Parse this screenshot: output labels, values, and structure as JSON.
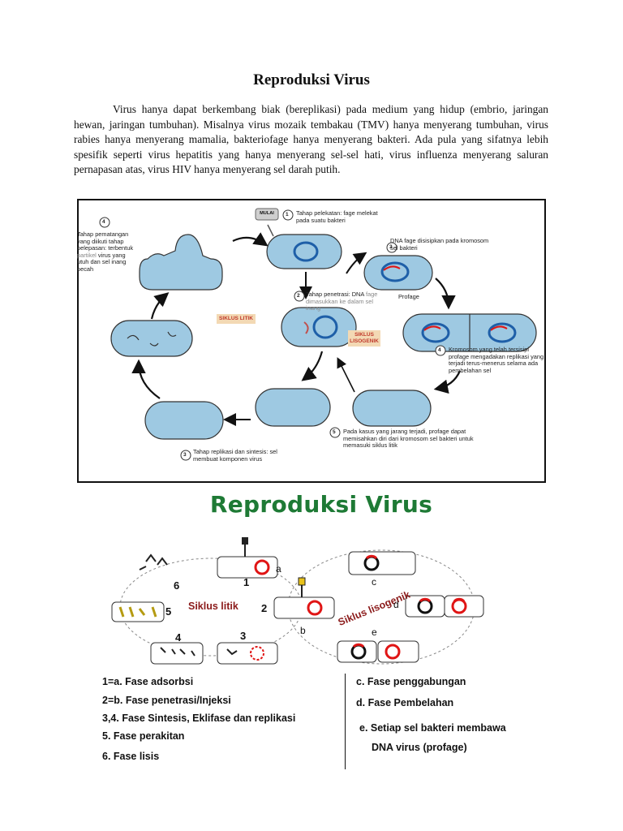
{
  "document": {
    "title": "Reproduksi Virus",
    "intro": "Virus hanya dapat berkembang biak (bereplikasi) pada medium yang hidup (embrio, jaringan hewan, jaringan tumbuhan). Misalnya virus mozaik tembakau (TMV) hanya menyerang tumbuhan, virus rabies hanya menyerang mamalia, bakteriofage hanya menyerang bakteri. Ada pula yang sifatnya lebih spesifik seperti virus hepatitis yang hanya menyerang sel-sel hati, virus influenza menyerang saluran pernapasan atas, virus HIV hanya menyerang sel darah putih."
  },
  "figure1": {
    "start_badge": "MULAI",
    "steps": {
      "s1_num": "1",
      "s1_text": "Tahap pelekatan: fage melekat pada suatu bakteri",
      "s2_num": "2",
      "s2_text_a": "Tahap penetrasi: DNA",
      "s2_text_b": "fage dimasukkan ke dalam sel inang",
      "s3_num": "3",
      "s3_text": "Tahap replikasi dan sintesis: sel membuat komponen virus",
      "s4_num": "4",
      "s4_text_a": "Tahap pematangan yang diikuti tahap pelepasan: terbentuk",
      "s4_text_b": "partikel",
      "s4_text_c": "virus yang utuh dan sel inang pecah",
      "l3_num": "3",
      "l3_text": "DNA fage disisipkan pada kromosom sel bakteri",
      "profage": "Profage",
      "l4_num": "4",
      "l4_text": "Kromosom yang telah tersisipi profage mengadakan replikasi yang terjadi terus-menerus selama ada pembelahan sel",
      "l5_num": "5",
      "l5_text": "Pada kasus yang jarang terjadi, profage dapat memisahkan diri dari kromosom sel bakteri untuk memasuki siklus litik"
    },
    "cycle_labels": {
      "lytic": "SIKLUS LITIK",
      "lysogenic_a": "SIKLUS",
      "lysogenic_b": "LISOGENIK"
    }
  },
  "figure2": {
    "title": "Reproduksi Virus",
    "lytic_label": "Siklus litik",
    "lysogenic_label": "Siklus lisogenik",
    "numbers": [
      "1",
      "2",
      "3",
      "4",
      "5",
      "6"
    ],
    "letters": [
      "a",
      "b",
      "c",
      "d",
      "e"
    ],
    "legend_left": [
      "1=a. Fase adsorbsi",
      "2=b. Fase penetrasi/Injeksi",
      "3,4. Fase Sintesis, Eklifase dan replikasi",
      "5. Fase perakitan",
      "6. Fase lisis"
    ],
    "legend_right": [
      "c. Fase penggabungan",
      "d. Fase Pembelahan",
      "e. Setiap sel  bakteri membawa",
      "DNA virus  (profage)"
    ],
    "colors": {
      "title_green": "#1e7a35",
      "dna_red": "#e01515",
      "label_red": "#8b1a1a",
      "cell_blue": "#9ec9e2"
    }
  }
}
